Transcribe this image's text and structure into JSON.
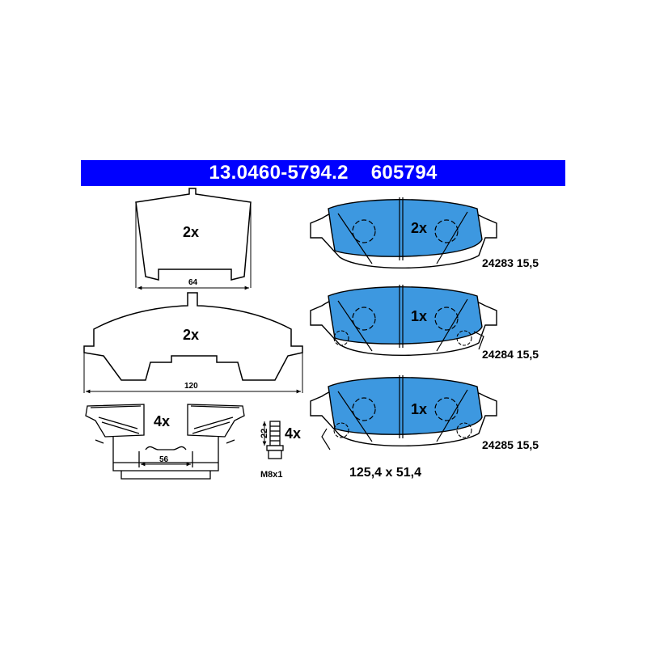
{
  "header": {
    "part_number": "13.0460-5794.2",
    "article_number": "605794"
  },
  "colors": {
    "banner": "#0000ff",
    "pad_fill": "#3d98e0",
    "line": "#000000"
  },
  "plates": [
    {
      "quantity": "2x",
      "dimension": "64"
    },
    {
      "quantity": "2x",
      "dimension": "120"
    }
  ],
  "clips": {
    "quantity": "4x",
    "dimension": "56"
  },
  "bolts": {
    "quantity": "4x",
    "length": "22",
    "thread": "M8x1"
  },
  "pads": [
    {
      "quantity": "2x",
      "code": "24283 15,5"
    },
    {
      "quantity": "1x",
      "code": "24284 15,5"
    },
    {
      "quantity": "1x",
      "code": "24285 15,5"
    }
  ],
  "pad_size": "125,4 x 51,4"
}
